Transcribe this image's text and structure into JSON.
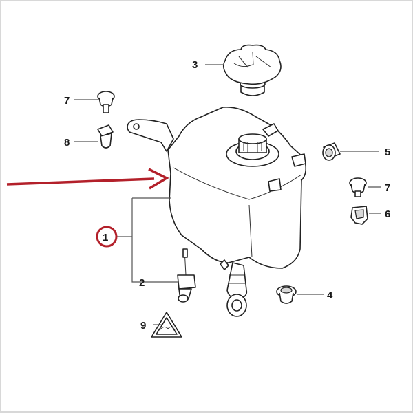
{
  "diagram": {
    "callouts": [
      {
        "id": "1",
        "label": "1"
      },
      {
        "id": "2",
        "label": "2"
      },
      {
        "id": "3",
        "label": "3"
      },
      {
        "id": "4",
        "label": "4"
      },
      {
        "id": "5",
        "label": "5"
      },
      {
        "id": "6",
        "label": "6"
      },
      {
        "id": "7a",
        "label": "7"
      },
      {
        "id": "7b",
        "label": "7"
      },
      {
        "id": "8",
        "label": "8"
      },
      {
        "id": "9",
        "label": "9"
      }
    ],
    "colors": {
      "highlight_arrow": "#b3202a",
      "highlight_circle": "#b3202a",
      "line": "#555555"
    }
  }
}
